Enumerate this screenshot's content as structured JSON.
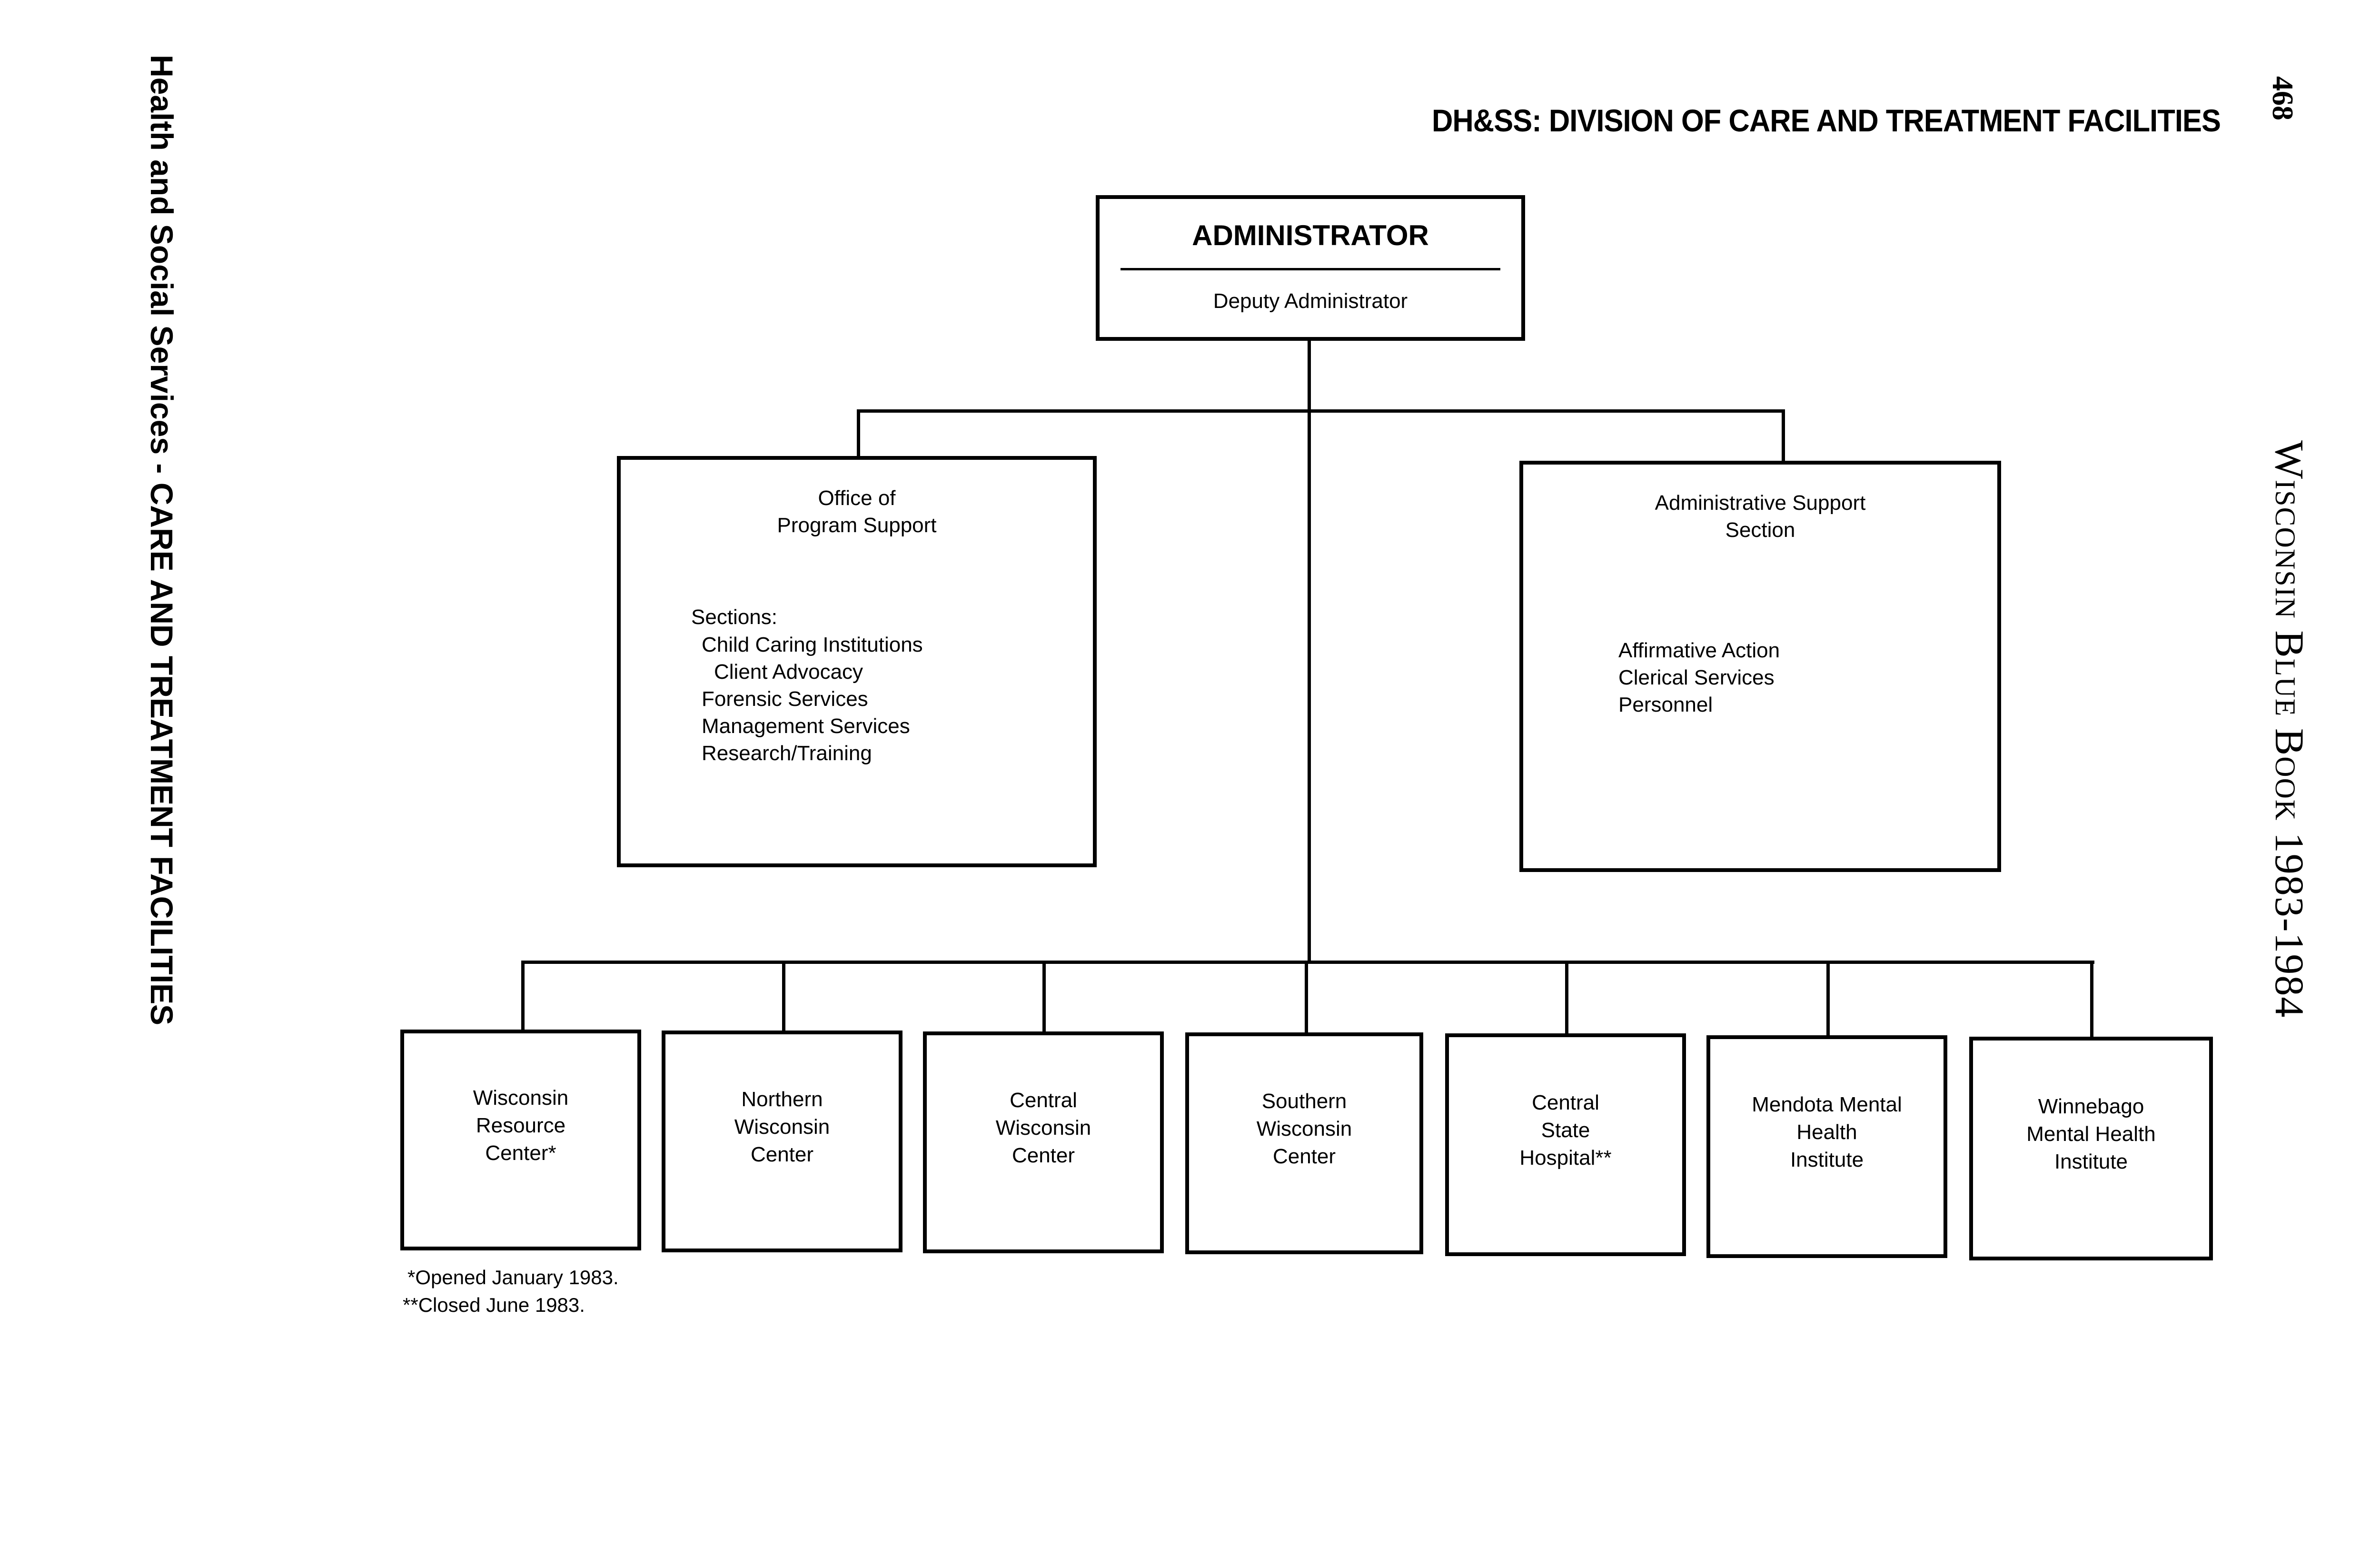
{
  "page": {
    "title": "DH&SS: DIVISION OF CARE AND TREATMENT FACILITIES",
    "page_number": "468",
    "running_head_right": "Wisconsin Blue Book 1983-1984",
    "running_head_left": "Health and Social Services - CARE AND TREATMENT FACILITIES"
  },
  "org_chart": {
    "administrator": {
      "title": "ADMINISTRATOR",
      "deputy": "Deputy Administrator"
    },
    "office_program_support": {
      "heading": [
        "Office of",
        "Program Support"
      ],
      "sections_label": "Sections:",
      "sections": [
        "Child Caring Institutions",
        "Client Advocacy",
        "Forensic Services",
        "Management Services",
        "Research/Training"
      ]
    },
    "administrative_support": {
      "heading": [
        "Administrative Support",
        "Section"
      ],
      "units": [
        "Affirmative Action",
        "Clerical Services",
        "Personnel"
      ]
    },
    "facilities": [
      {
        "lines": [
          "Wisconsin",
          "Resource",
          "Center*"
        ]
      },
      {
        "lines": [
          "Northern",
          "Wisconsin",
          "Center"
        ]
      },
      {
        "lines": [
          "Central",
          "Wisconsin",
          "Center"
        ]
      },
      {
        "lines": [
          "Southern",
          "Wisconsin",
          "Center"
        ]
      },
      {
        "lines": [
          "Central",
          "State",
          "Hospital**"
        ]
      },
      {
        "lines": [
          "Mendota Mental",
          "Health",
          "Institute"
        ]
      },
      {
        "lines": [
          "Winnebago",
          "Mental Health",
          "Institute"
        ]
      }
    ]
  },
  "footnotes": [
    "*Opened January 1983.",
    "**Closed June 1983."
  ]
}
